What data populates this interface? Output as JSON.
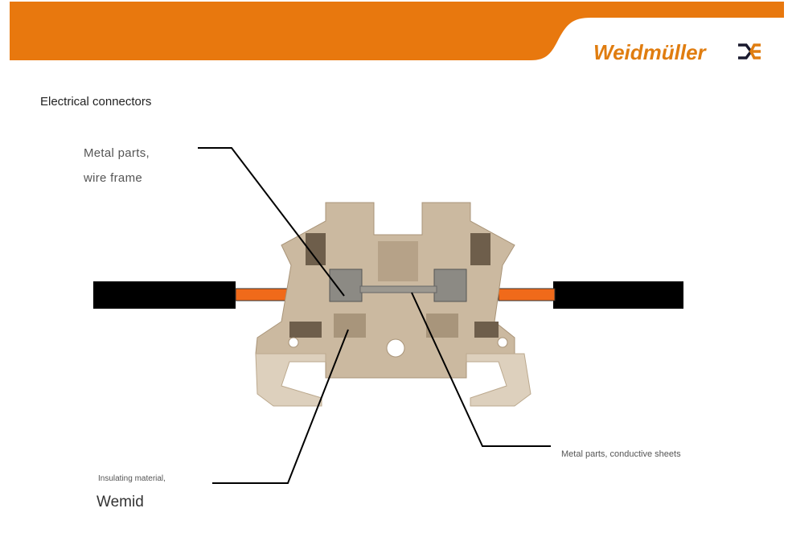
{
  "brand": {
    "name": "Weidmüller",
    "accent": "#e8780e"
  },
  "title": "Electrical connectors",
  "labels": {
    "metal_wire_frame": [
      "Metal parts,",
      "wire frame"
    ],
    "metal_conductive": "Metal parts, conductive sheets",
    "insulating": [
      "Insulating material,",
      "Wemid"
    ]
  }
}
